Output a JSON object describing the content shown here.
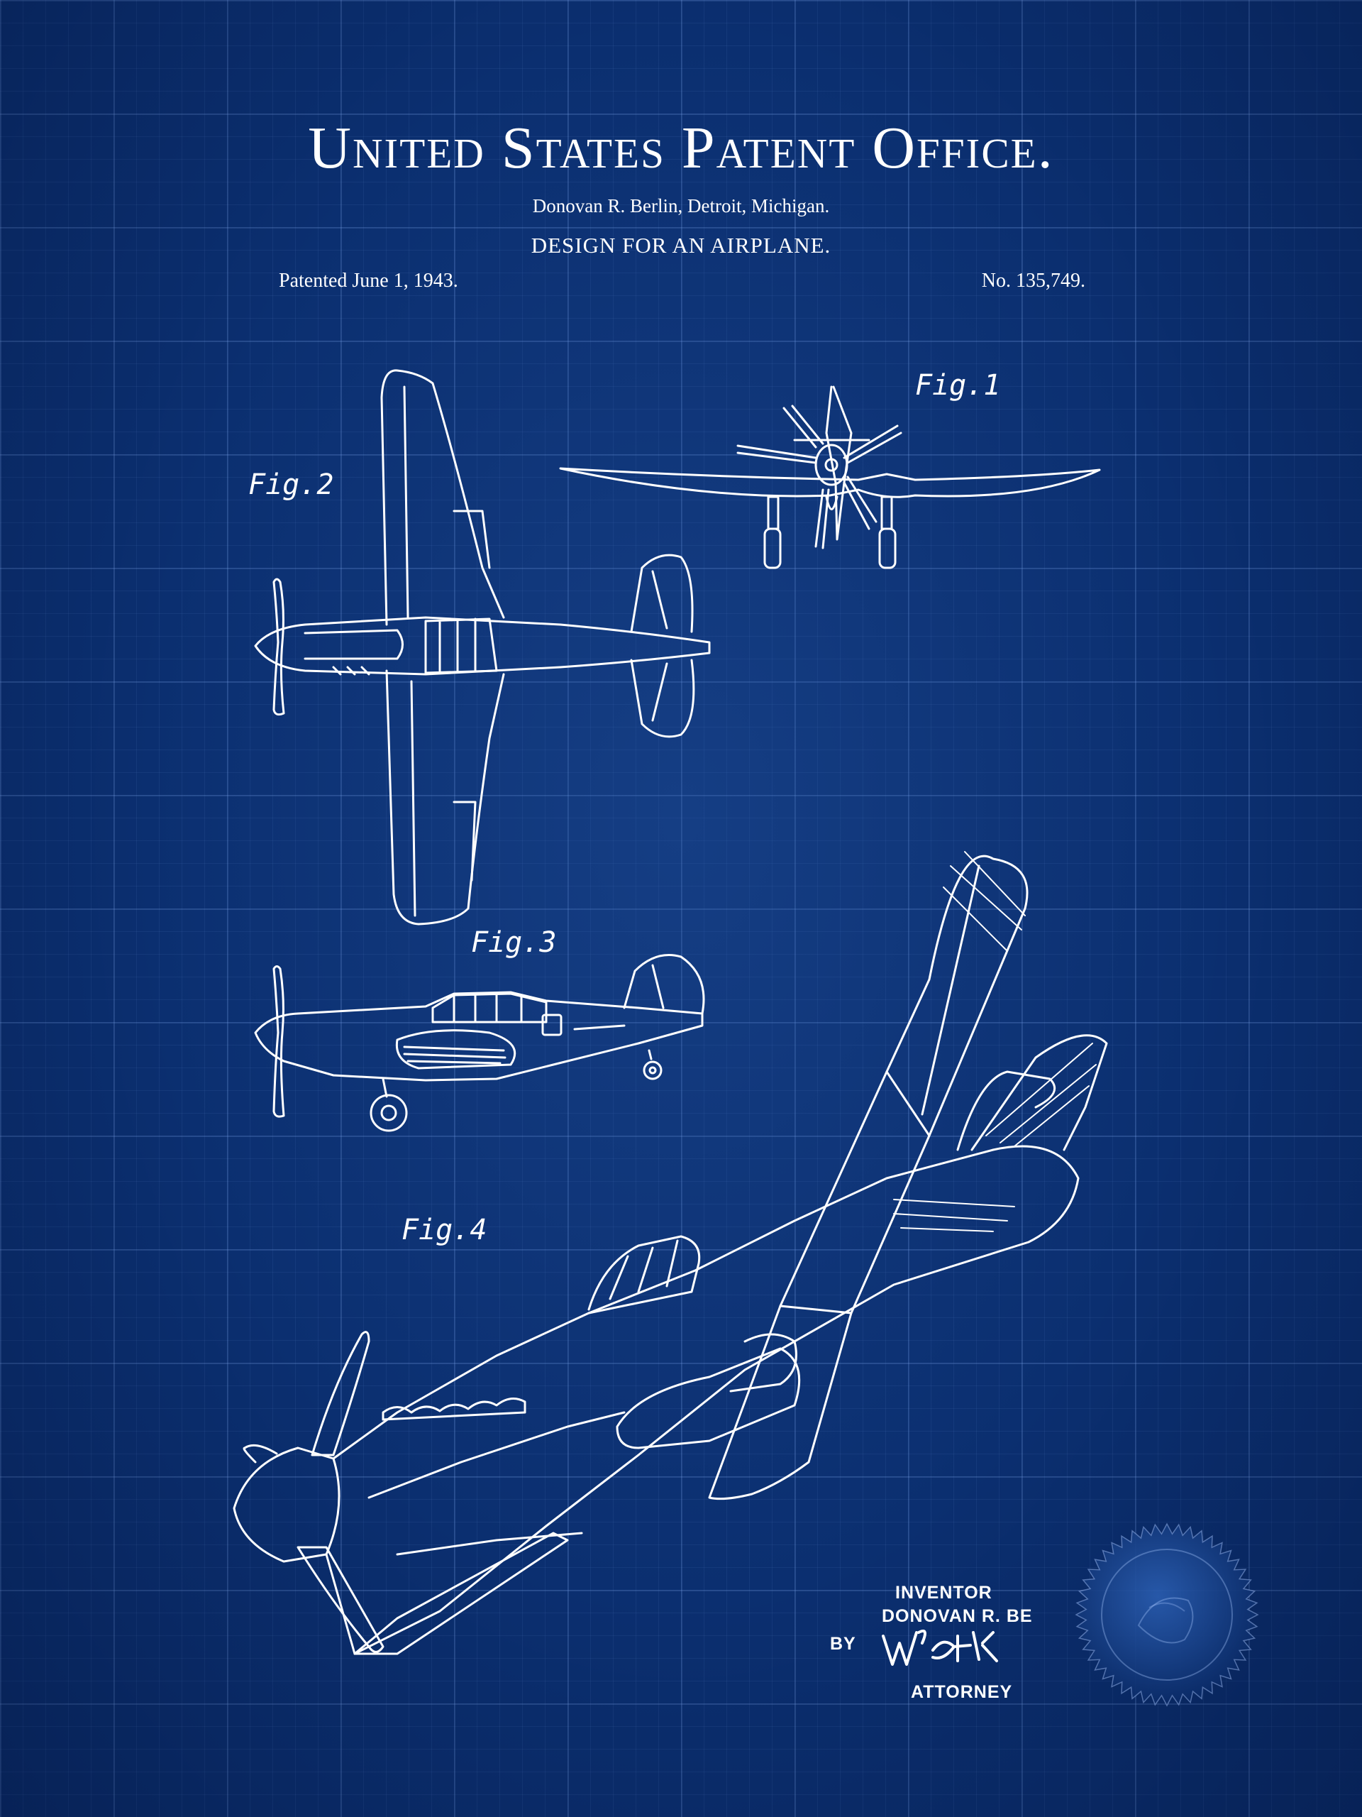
{
  "header": {
    "title": "United States Patent Office.",
    "inventor_line": "Donovan R. Berlin, Detroit, Michigan.",
    "design_line": "DESIGN FOR AN AIRPLANE.",
    "patented": "Patented June 1, 1943.",
    "patent_number": "No. 135,749."
  },
  "figures": {
    "fig1": "Fig.1",
    "fig2": "Fig.2",
    "fig3": "Fig.3",
    "fig4": "Fig.4"
  },
  "signature_block": {
    "inventor_caption": "INVENTOR",
    "inventor_name": "DONOVAN R. BE",
    "by_label": "BY",
    "attorney_caption": "ATTORNEY",
    "signature": "W. Stalk"
  },
  "colors": {
    "background": "#0b2f70",
    "ink": "#ffffff"
  },
  "icons": {
    "seal": "patent-seal-icon"
  }
}
